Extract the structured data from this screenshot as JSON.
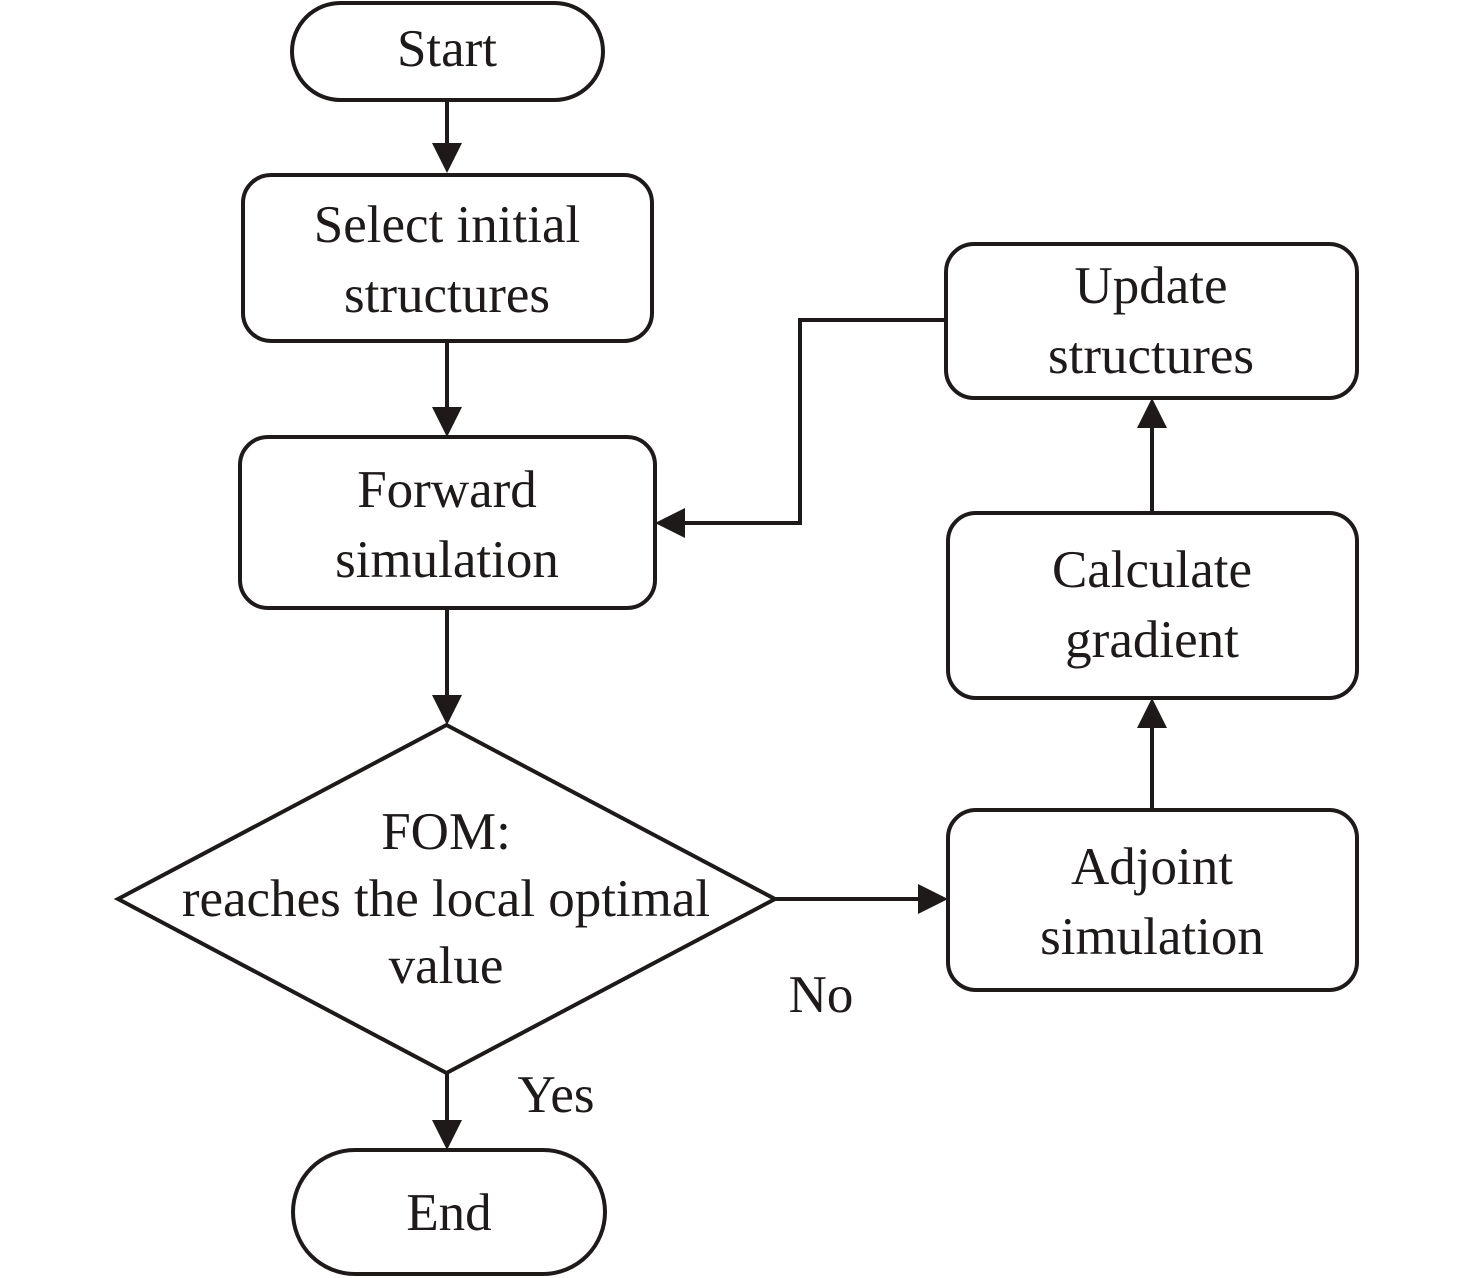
{
  "colors": {
    "background": "#ffffff",
    "node_fill": "#ffffff",
    "line": "#1d1a19",
    "text": "#1d1a19"
  },
  "nodes": {
    "start": {
      "type": "terminator",
      "lines": [
        "Start"
      ]
    },
    "select_initial_structures": {
      "type": "process",
      "lines": [
        "Select initial",
        "structures"
      ]
    },
    "forward_simulation": {
      "type": "process",
      "lines": [
        "Forward",
        "simulation"
      ]
    },
    "fom_decision": {
      "type": "decision",
      "lines": [
        "FOM:",
        "reaches the local optimal",
        "value"
      ]
    },
    "end": {
      "type": "terminator",
      "lines": [
        "End"
      ]
    },
    "adjoint_simulation": {
      "type": "process",
      "lines": [
        "Adjoint",
        "simulation"
      ]
    },
    "calculate_gradient": {
      "type": "process",
      "lines": [
        "Calculate",
        "gradient"
      ]
    },
    "update_structures": {
      "type": "process",
      "lines": [
        "Update",
        "structures"
      ]
    }
  },
  "edges": [
    {
      "from": "start",
      "to": "select_initial_structures",
      "label": ""
    },
    {
      "from": "select_initial_structures",
      "to": "forward_simulation",
      "label": ""
    },
    {
      "from": "forward_simulation",
      "to": "fom_decision",
      "label": ""
    },
    {
      "from": "fom_decision",
      "to": "end",
      "label": "Yes"
    },
    {
      "from": "fom_decision",
      "to": "adjoint_simulation",
      "label": "No"
    },
    {
      "from": "adjoint_simulation",
      "to": "calculate_gradient",
      "label": ""
    },
    {
      "from": "calculate_gradient",
      "to": "update_structures",
      "label": ""
    },
    {
      "from": "update_structures",
      "to": "forward_simulation",
      "label": ""
    }
  ]
}
